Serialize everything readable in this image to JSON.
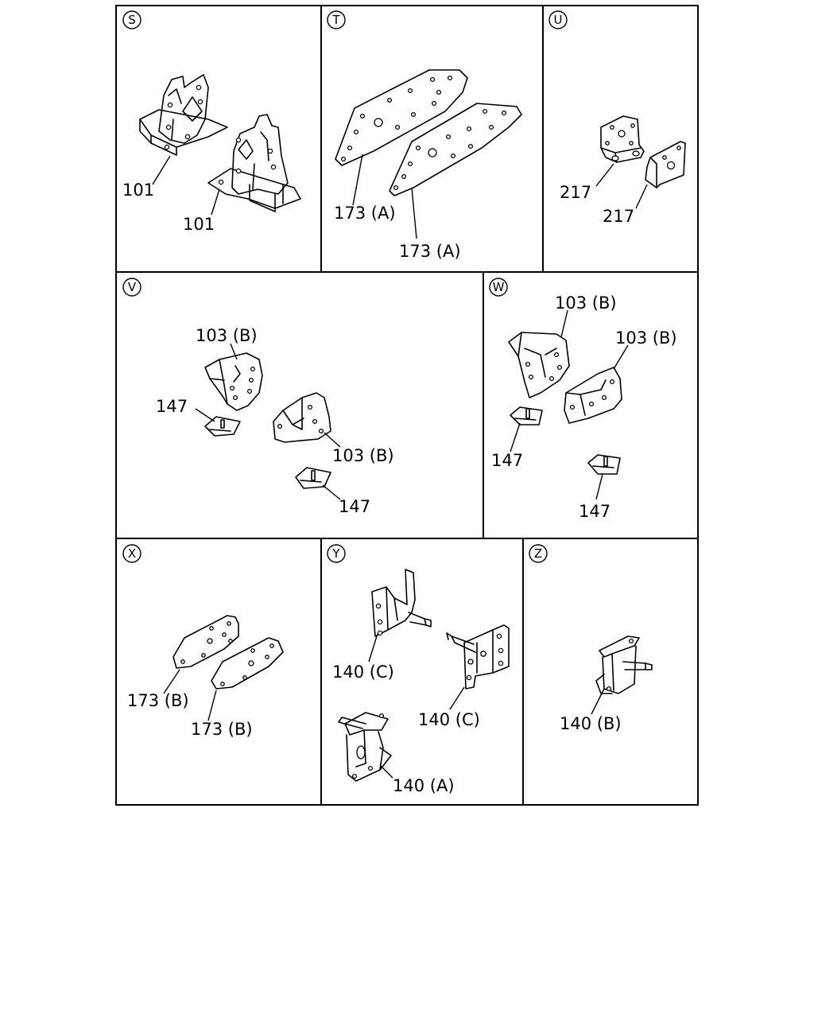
{
  "sections": [
    {
      "letter": "S",
      "parts": [
        "101",
        "101"
      ]
    },
    {
      "letter": "T",
      "parts": [
        "173 (A)",
        "173 (A)"
      ]
    },
    {
      "letter": "U",
      "parts": [
        "217",
        "217"
      ]
    },
    {
      "letter": "V",
      "parts": [
        "103 (B)",
        "147",
        "103 (B)",
        "147"
      ]
    },
    {
      "letter": "W",
      "parts": [
        "103 (B)",
        "103 (B)",
        "147",
        "147"
      ]
    },
    {
      "letter": "X",
      "parts": [
        "173 (B)",
        "173 (B)"
      ]
    },
    {
      "letter": "Y",
      "parts": [
        "140 (C)",
        "140 (C)",
        "140 (A)"
      ]
    },
    {
      "letter": "Z",
      "parts": [
        "140 (B)"
      ]
    }
  ]
}
